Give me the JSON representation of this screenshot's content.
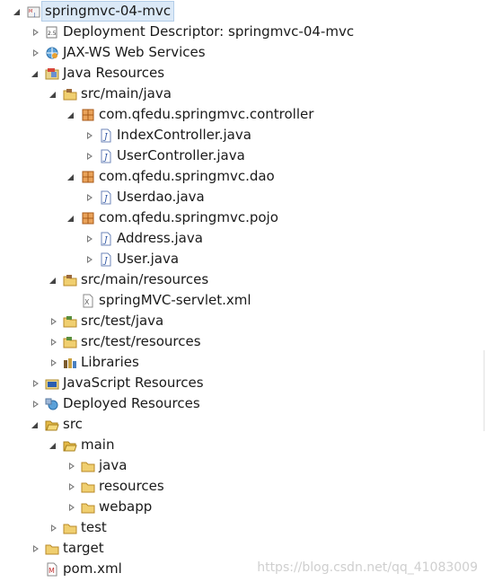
{
  "watermark": "https://blog.csdn.net/qq_41083009",
  "tree": [
    {
      "label": "springmvc-04-mvc",
      "depth": 0,
      "state": "expanded",
      "icon": "maven-project-icon",
      "selected": true
    },
    {
      "label": "Deployment Descriptor: springmvc-04-mvc",
      "depth": 1,
      "state": "collapsed",
      "icon": "deployment-descriptor-icon"
    },
    {
      "label": "JAX-WS Web Services",
      "depth": 1,
      "state": "collapsed",
      "icon": "web-services-icon"
    },
    {
      "label": "Java Resources",
      "depth": 1,
      "state": "expanded",
      "icon": "java-resources-icon"
    },
    {
      "label": "src/main/java",
      "depth": 2,
      "state": "expanded",
      "icon": "source-folder-icon"
    },
    {
      "label": "com.qfedu.springmvc.controller",
      "depth": 3,
      "state": "expanded",
      "icon": "package-icon"
    },
    {
      "label": "IndexController.java",
      "depth": 4,
      "state": "collapsed",
      "icon": "java-file-icon"
    },
    {
      "label": "UserController.java",
      "depth": 4,
      "state": "collapsed",
      "icon": "java-file-icon"
    },
    {
      "label": "com.qfedu.springmvc.dao",
      "depth": 3,
      "state": "expanded",
      "icon": "package-icon"
    },
    {
      "label": "Userdao.java",
      "depth": 4,
      "state": "collapsed",
      "icon": "java-file-icon"
    },
    {
      "label": "com.qfedu.springmvc.pojo",
      "depth": 3,
      "state": "expanded",
      "icon": "package-icon"
    },
    {
      "label": "Address.java",
      "depth": 4,
      "state": "collapsed",
      "icon": "java-file-icon"
    },
    {
      "label": "User.java",
      "depth": 4,
      "state": "collapsed",
      "icon": "java-file-icon"
    },
    {
      "label": "src/main/resources",
      "depth": 2,
      "state": "expanded",
      "icon": "source-folder-icon"
    },
    {
      "label": "springMVC-servlet.xml",
      "depth": 3,
      "state": "none",
      "icon": "xml-file-icon"
    },
    {
      "label": "src/test/java",
      "depth": 2,
      "state": "collapsed",
      "icon": "test-source-folder-icon"
    },
    {
      "label": "src/test/resources",
      "depth": 2,
      "state": "collapsed",
      "icon": "test-source-folder-icon"
    },
    {
      "label": "Libraries",
      "depth": 2,
      "state": "collapsed",
      "icon": "libraries-icon"
    },
    {
      "label": "JavaScript Resources",
      "depth": 1,
      "state": "collapsed",
      "icon": "javascript-resources-icon"
    },
    {
      "label": "Deployed Resources",
      "depth": 1,
      "state": "collapsed",
      "icon": "deployed-resources-icon"
    },
    {
      "label": "src",
      "depth": 1,
      "state": "expanded",
      "icon": "folder-open-icon"
    },
    {
      "label": "main",
      "depth": 2,
      "state": "expanded",
      "icon": "folder-open-icon"
    },
    {
      "label": "java",
      "depth": 3,
      "state": "collapsed",
      "icon": "folder-icon"
    },
    {
      "label": "resources",
      "depth": 3,
      "state": "collapsed",
      "icon": "folder-icon"
    },
    {
      "label": "webapp",
      "depth": 3,
      "state": "collapsed",
      "icon": "folder-icon"
    },
    {
      "label": "test",
      "depth": 2,
      "state": "collapsed",
      "icon": "folder-icon"
    },
    {
      "label": "target",
      "depth": 1,
      "state": "collapsed",
      "icon": "folder-icon"
    },
    {
      "label": "pom.xml",
      "depth": 1,
      "state": "none",
      "icon": "maven-pom-icon"
    }
  ]
}
